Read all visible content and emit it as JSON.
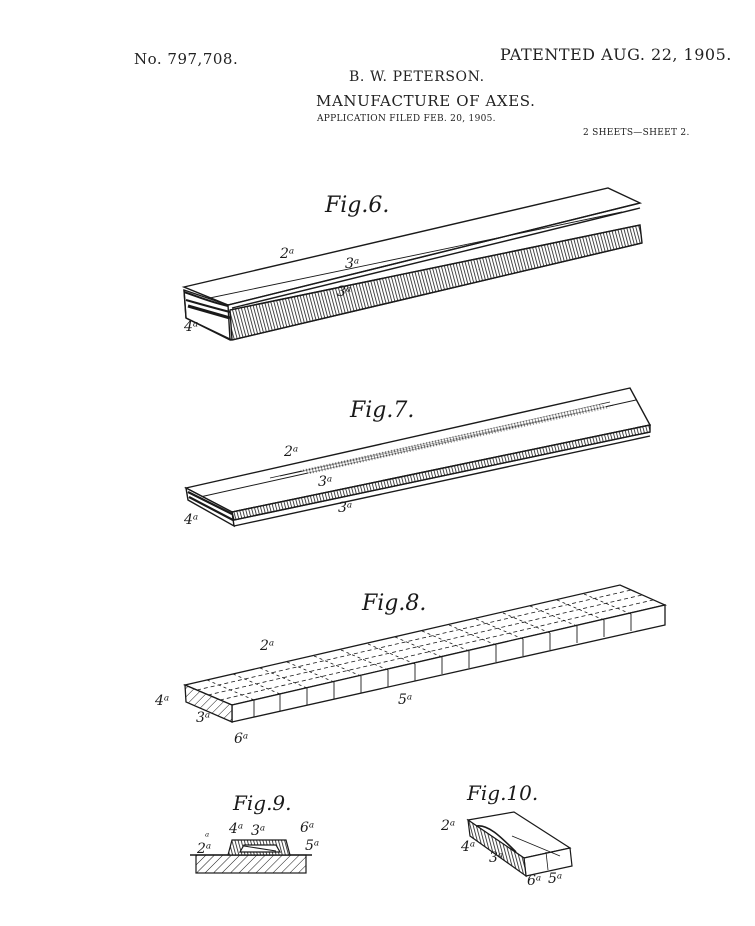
{
  "header": {
    "patent_number": "No. 797,708.",
    "patent_date": "PATENTED AUG. 22, 1905.",
    "inventor": "B. W. PETERSON.",
    "title": "MANUFACTURE OF AXES.",
    "application": "APPLICATION FILED FEB. 20, 1905.",
    "sheet": "2 SHEETS—SHEET 2."
  },
  "figures": {
    "fig6": {
      "label": "Fig.6.",
      "refs": [
        "2a",
        "3a",
        "3a",
        "4a"
      ]
    },
    "fig7": {
      "label": "Fig.7.",
      "refs": [
        "2a",
        "3a",
        "3a",
        "4a"
      ]
    },
    "fig8": {
      "label": "Fig.8.",
      "refs": [
        "2a",
        "4a",
        "3a",
        "5a",
        "6a"
      ]
    },
    "fig9": {
      "label": "Fig.9.",
      "refs": [
        "2a",
        "4a",
        "3a",
        "6a",
        "5a"
      ]
    },
    "fig10": {
      "label": "Fig.10.",
      "refs": [
        "2a",
        "4a",
        "3a",
        "6a",
        "5a"
      ]
    }
  },
  "colors": {
    "ink": "#1a1a1a",
    "paper": "#ffffff"
  }
}
